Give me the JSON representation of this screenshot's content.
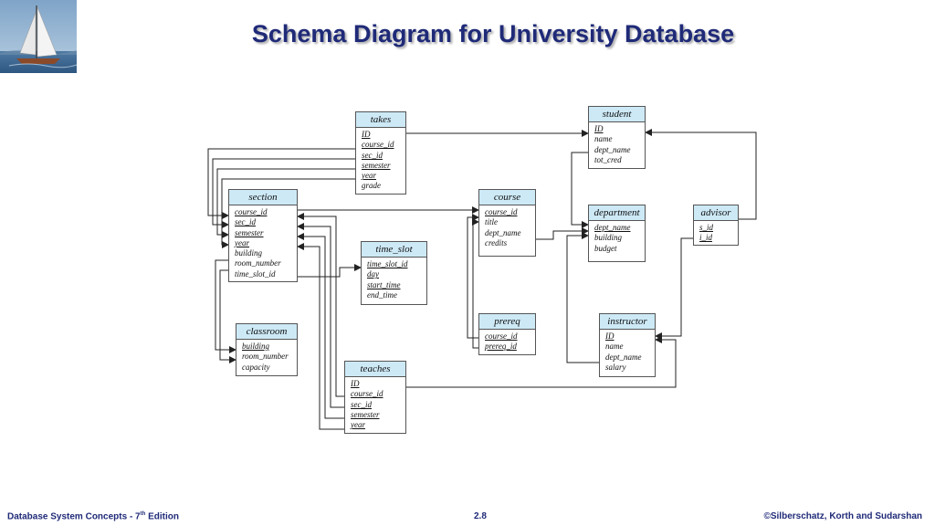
{
  "title": "Schema Diagram for University Database",
  "footer": {
    "left": "Database System Concepts - 7",
    "left_sup": "th",
    "left_tail": " Edition",
    "center": "2.8",
    "right": "©Silberschatz, Korth and Sudarshan"
  },
  "colors": {
    "title": "#1f2a78",
    "header_fill": "#cde9f6",
    "line": "#222222"
  },
  "logo_icon": "sailboat-icon",
  "tables": {
    "takes": {
      "name": "takes",
      "attrs": [
        {
          "t": "ID",
          "key": true
        },
        {
          "t": "course_id",
          "key": true
        },
        {
          "t": "sec_id",
          "key": true
        },
        {
          "t": "semester",
          "key": true
        },
        {
          "t": "year",
          "key": true
        },
        {
          "t": "grade",
          "key": false
        }
      ]
    },
    "student": {
      "name": "student",
      "attrs": [
        {
          "t": "ID",
          "key": true
        },
        {
          "t": "name",
          "key": false
        },
        {
          "t": "dept_name",
          "key": false
        },
        {
          "t": "tot_cred",
          "key": false
        }
      ]
    },
    "section": {
      "name": "section",
      "attrs": [
        {
          "t": "course_id",
          "key": true
        },
        {
          "t": "sec_id",
          "key": true
        },
        {
          "t": "semester",
          "key": true
        },
        {
          "t": "year",
          "key": true
        },
        {
          "t": "building",
          "key": false
        },
        {
          "t": "room_number",
          "key": false
        },
        {
          "t": "time_slot_id",
          "key": false
        }
      ]
    },
    "course": {
      "name": "course",
      "attrs": [
        {
          "t": "course_id",
          "key": true
        },
        {
          "t": "title",
          "key": false
        },
        {
          "t": "dept_name",
          "key": false
        },
        {
          "t": "credits",
          "key": false
        }
      ]
    },
    "department": {
      "name": "department",
      "attrs": [
        {
          "t": "dept_name",
          "key": true
        },
        {
          "t": "building",
          "key": false
        },
        {
          "t": "budget",
          "key": false
        }
      ]
    },
    "advisor": {
      "name": "advisor",
      "attrs": [
        {
          "t": "s_id",
          "key": true
        },
        {
          "t": "i_id",
          "key": true
        }
      ]
    },
    "time_slot": {
      "name": "time_slot",
      "attrs": [
        {
          "t": "time_slot_id",
          "key": true
        },
        {
          "t": "day",
          "key": true
        },
        {
          "t": "start_time",
          "key": true
        },
        {
          "t": "end_time",
          "key": false
        }
      ]
    },
    "classroom": {
      "name": "classroom",
      "attrs": [
        {
          "t": "building",
          "key": true
        },
        {
          "t": "room_number",
          "key": false
        },
        {
          "t": "capacity",
          "key": false
        }
      ]
    },
    "prereq": {
      "name": "prereq",
      "attrs": [
        {
          "t": "course_id",
          "key": true
        },
        {
          "t": "prereq_id",
          "key": true
        }
      ]
    },
    "instructor": {
      "name": "instructor",
      "attrs": [
        {
          "t": "ID",
          "key": true
        },
        {
          "t": "name",
          "key": false
        },
        {
          "t": "dept_name",
          "key": false
        },
        {
          "t": "salary",
          "key": false
        }
      ]
    },
    "teaches": {
      "name": "teaches",
      "attrs": [
        {
          "t": "ID",
          "key": true
        },
        {
          "t": "course_id",
          "key": true
        },
        {
          "t": "sec_id",
          "key": true
        },
        {
          "t": "semester",
          "key": true
        },
        {
          "t": "year",
          "key": true
        }
      ]
    }
  }
}
